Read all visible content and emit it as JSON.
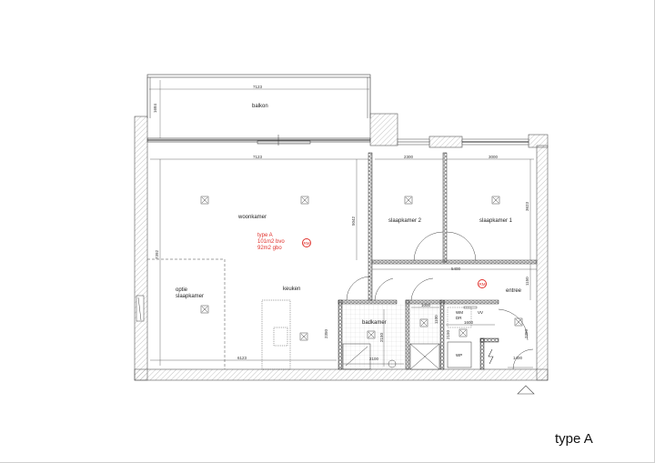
{
  "drawing": {
    "title": "type A",
    "colors": {
      "line": "#333333",
      "hatch": "#9a9a9a",
      "annotation": "#e0302b",
      "background": "#ffffff"
    }
  },
  "rooms": {
    "balkon": "balkon",
    "woonkamer": "woonkamer",
    "slaapkamer2": "slaapkamer 2",
    "slaapkamer1": "slaapkamer 1",
    "optie_line1": "optie",
    "optie_line2": "slaapkamer",
    "keuken": "keuken",
    "badkamer": "badkamer",
    "entree": "entree"
  },
  "annotation": {
    "line1": "type A",
    "line2": "101m2 bvo",
    "line3": "92m2 gbo",
    "rm_badge": "RM"
  },
  "fixtures": {
    "wm": "WM",
    "dr": "DR",
    "vv": "VV",
    "wp": "WP"
  },
  "dimensions": {
    "balkon_width": "7123",
    "balkon_depth": "1684",
    "living_width": "7123",
    "living_depth": "7392",
    "slaap2_width": "2300",
    "slaap1_width": "3000",
    "slaap1_depth": "3623",
    "hall_width": "5400",
    "hall_depth": "1150",
    "living_wall": "5042",
    "kitchen_width": "6123",
    "bath_width": "2100",
    "bath_depth": "2150",
    "bath_left": "2350",
    "toilet_width": "1000",
    "toilet_depth": "1100",
    "wm_width": "1600",
    "wm_depth": "2150",
    "entree_depth": "2350",
    "entree_width": "1400"
  }
}
